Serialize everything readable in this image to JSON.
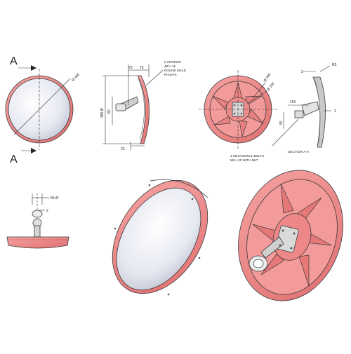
{
  "section_letters": {
    "top": "A",
    "bottom": "A"
  },
  "front_view": {
    "diameter_label": "Ø 465"
  },
  "side_view": {
    "dim_top_left": "70",
    "dim_top_right": "75",
    "dim_height": "495 Ø",
    "dim_bracket": "80",
    "dim_bottom": "23",
    "note_screws": [
      "6 SCREWS",
      "4Ø x 15",
      "ROUND HEAD",
      "PHILIPS"
    ]
  },
  "rear_view": {
    "dim_outer": "Ø 360",
    "dim_inner": "Ø 150"
  },
  "section_view": {
    "dim_top": "2",
    "dim_radius": "R5",
    "dim_mid": "2",
    "dim_bracket_w": "153",
    "dim_bracket_h": "50",
    "note_bolts": [
      "4 HEXAGONAL BOLTS",
      "M6 x 20 WITH NUT"
    ],
    "section_label": "SECTION A-A"
  },
  "bottom_view": {
    "dim_pole": "55 Ø",
    "dim_small": "2"
  },
  "colors": {
    "housing": "#f08a8a",
    "housing_dark": "#d96a6a",
    "mirror": "#eef0f5",
    "line": "#333333"
  }
}
